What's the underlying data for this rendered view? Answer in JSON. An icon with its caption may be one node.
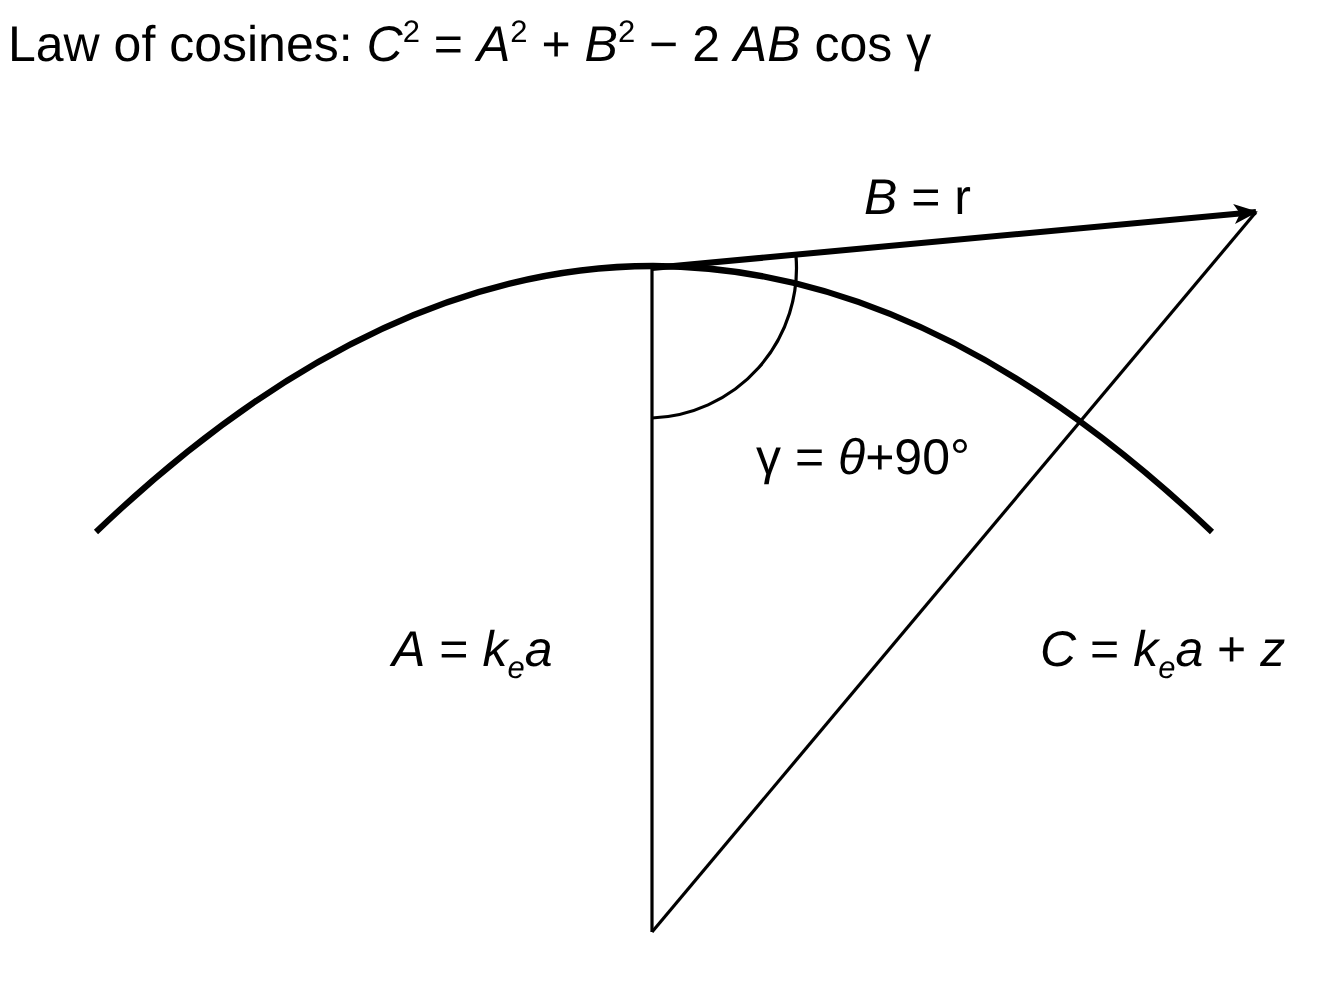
{
  "diagram": {
    "title": "Law of cosines: *C*$^{2}$ = *A*$^{2}$ + *B*$^{2}$ − 2 *AB* cos γ",
    "labels": [
      "*B* = r",
      "γ = *θ*+90°",
      "*A* = *k*$_{e}$*a*",
      "*C* = *k*$_{e}$*a* + *z*"
    ]
  }
}
